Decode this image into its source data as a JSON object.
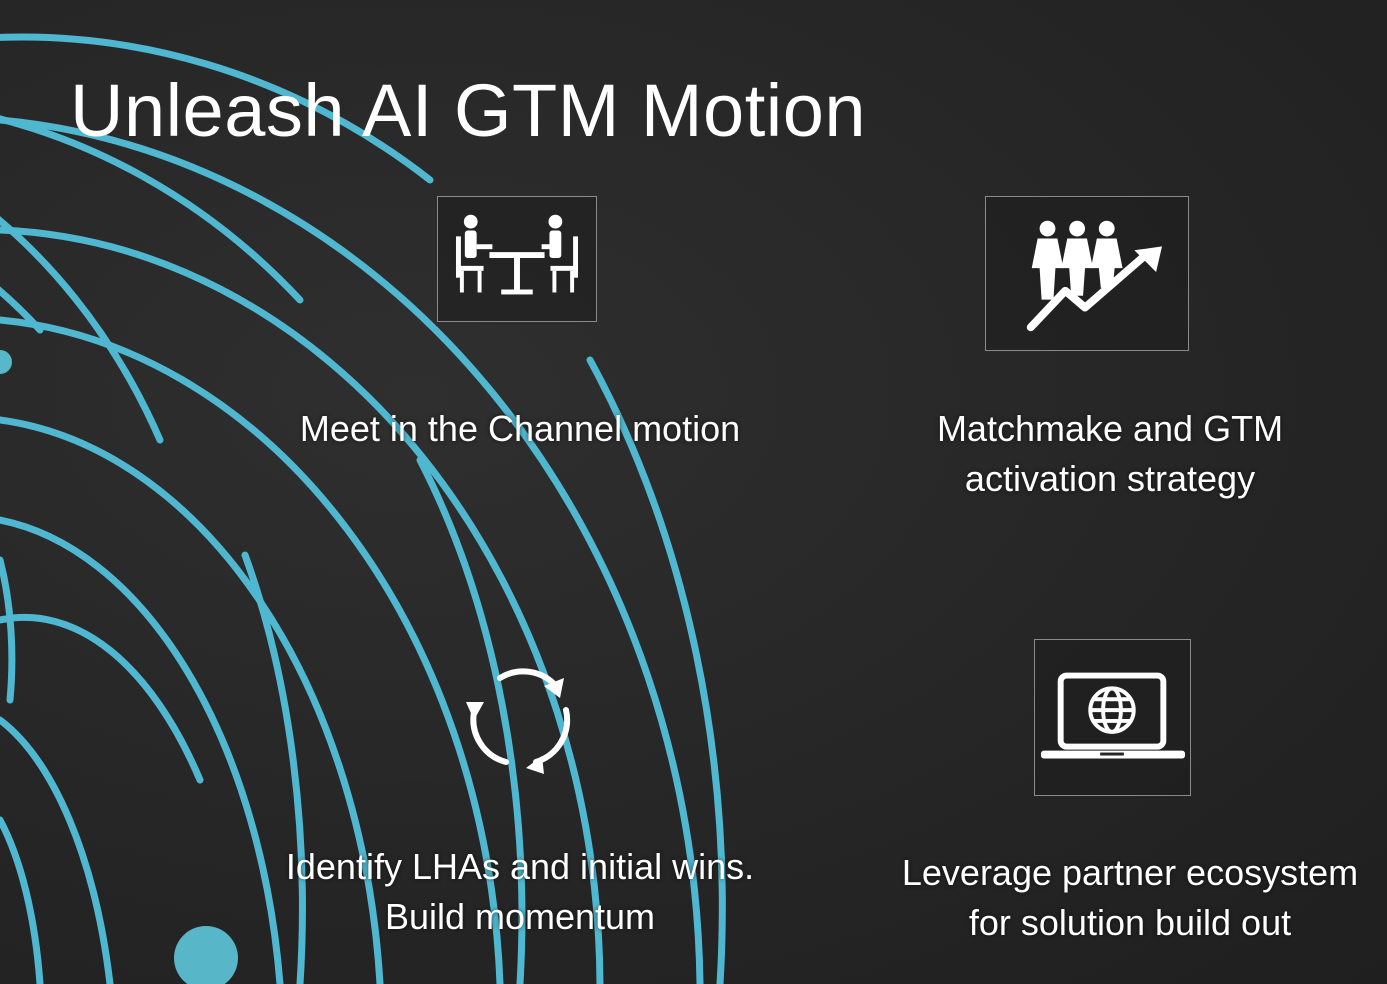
{
  "slide": {
    "title": "Unleash AI GTM Motion",
    "accent_color": "#4fb7cf",
    "background_color": "#262626"
  },
  "items": [
    {
      "icon": "meeting-table-icon",
      "caption_lines": [
        "Meet in the Channel motion"
      ]
    },
    {
      "icon": "team-growth-arrow-icon",
      "caption_lines": [
        "Matchmake and GTM",
        "activation strategy"
      ]
    },
    {
      "icon": "cycle-arrows-icon",
      "caption_lines": [
        "Identify LHAs and initial wins.",
        "Build momentum"
      ]
    },
    {
      "icon": "laptop-globe-icon",
      "caption_lines": [
        "Leverage partner ecosystem",
        "for solution build out"
      ]
    }
  ]
}
